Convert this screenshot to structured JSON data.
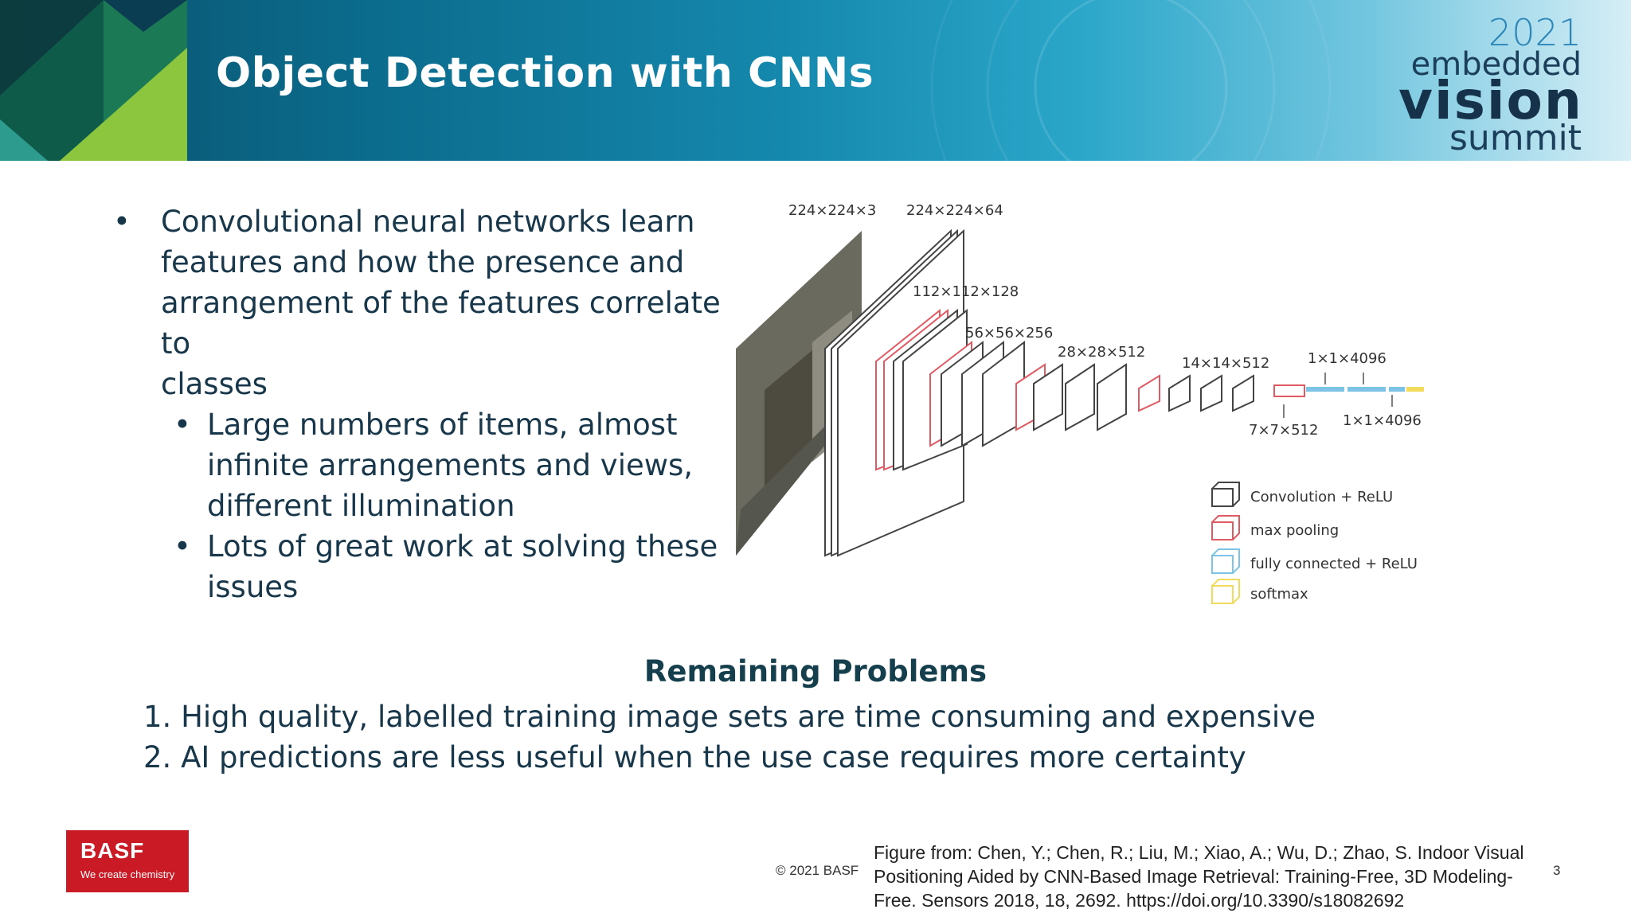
{
  "slide": {
    "title": "Object Detection with CNNs",
    "logo": {
      "year": "2021",
      "line1": "embedded",
      "line2": "vision",
      "line3": "summit"
    },
    "bullets": [
      {
        "text_lines": [
          "Convolutional neural networks learn",
          "features and how the presence and",
          "arrangement of the features correlate to",
          "classes"
        ],
        "sub": [
          {
            "text_lines": [
              "Large numbers of items, almost",
              "infinite arrangements and views,",
              "different illumination"
            ]
          },
          {
            "text_lines": [
              "Lots of great work at solving these",
              "issues"
            ]
          }
        ]
      }
    ],
    "bullet_glyph": "•",
    "remaining": {
      "title": "Remaining Problems",
      "items": [
        "1. High quality, labelled training image sets are time consuming and expensive",
        "2. AI predictions are less useful when the use case requires more certainty"
      ]
    },
    "figure": {
      "dims": [
        "224×224×3",
        "224×224×64",
        "112×112×128",
        "56×56×256",
        "28×28×512",
        "14×14×512",
        "1×1×4096",
        "7×7×512",
        "1×1×4096"
      ],
      "legend": [
        "Convolution + ReLU",
        "max pooling",
        "fully connected + ReLU",
        "softmax"
      ],
      "colors": {
        "conv": "#444444",
        "pool": "#e05a63",
        "fc": "#7cc4e6",
        "softmax": "#f2da5a"
      }
    },
    "footer": {
      "brand": "BASF",
      "tagline": "We create chemistry",
      "copyright": "© 2021 BASF",
      "citation_lines": [
        "Figure from: Chen, Y.; Chen, R.; Liu, M.; Xiao, A.; Wu, D.; Zhao, S. Indoor Visual",
        "Positioning Aided by CNN-Based Image Retrieval: Training-Free, 3D Modeling-",
        "Free. Sensors 2018, 18, 2692. https://doi.org/10.3390/s18082692"
      ],
      "page_number": "3"
    }
  }
}
